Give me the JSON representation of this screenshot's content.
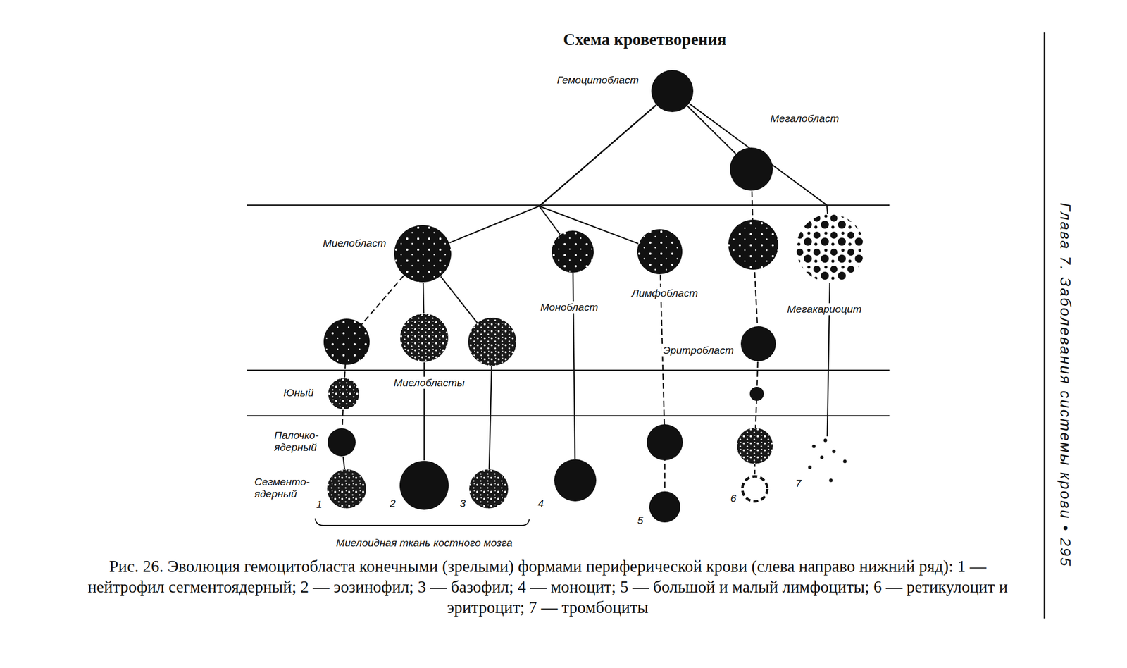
{
  "diagram": {
    "title": "Схема кроветворения",
    "caption": "Рис. 26. Эволюция гемоцитобласта конечными (зрелыми) формами периферической крови (слева направо нижний ряд): 1 — нейтрофил сегментоядерный; 2 — эозинофил; 3 — базофил; 4 — моноцит; 5 — большой и малый лимфоциты; 6 — ретикулоцит и эритроцит; 7 — тромбоциты",
    "nodes": [
      {
        "text": [
          "Гемоцитобласт"
        ]
      },
      {
        "text": [
          "Мегалобласт"
        ]
      },
      {
        "text": [
          "Миелобласт"
        ]
      },
      {
        "text": [
          "Монобласт"
        ]
      },
      {
        "text": [
          "Лимфобласт"
        ]
      },
      {
        "text": [
          "Мегакариоцит"
        ]
      },
      {
        "text": [
          "Эритробласт"
        ]
      },
      {
        "text": [
          "Миелобласты"
        ]
      },
      {
        "text": [
          "Юный"
        ]
      },
      {
        "text": [
          "Палочко-ядерный"
        ]
      },
      {
        "text": [
          "Сегменто-ядерный",
          "1"
        ]
      },
      {
        "text": [
          "2"
        ]
      },
      {
        "text": [
          "3"
        ]
      },
      {
        "text": [
          "4"
        ]
      },
      {
        "text": [
          "5"
        ]
      },
      {
        "text": [
          "6"
        ]
      },
      {
        "text": [
          "7"
        ]
      }
    ],
    "edges": [
      {
        "from": 0,
        "to": 1,
        "arrow": "none"
      },
      {
        "from": 0,
        "to": 2,
        "arrow": "none"
      },
      {
        "from": 0,
        "to": 3,
        "arrow": "none"
      },
      {
        "from": 0,
        "to": 4,
        "arrow": "none"
      },
      {
        "from": 0,
        "to": 5,
        "arrow": "none"
      },
      {
        "from": 1,
        "to": 6,
        "arrow": "none"
      },
      {
        "from": 2,
        "to": 7,
        "arrow": "none"
      },
      {
        "from": 2,
        "to": 8,
        "arrow": "none"
      },
      {
        "from": 2,
        "to": 12,
        "arrow": "none"
      },
      {
        "from": 8,
        "to": 9,
        "arrow": "none"
      },
      {
        "from": 9,
        "to": 10,
        "arrow": "none"
      },
      {
        "from": 7,
        "to": 11,
        "arrow": "none"
      },
      {
        "from": 3,
        "to": 13,
        "arrow": "none"
      },
      {
        "from": 4,
        "to": 14,
        "arrow": "none"
      },
      {
        "from": 6,
        "to": 15,
        "arrow": "none"
      },
      {
        "from": 5,
        "to": 16,
        "arrow": "none"
      }
    ],
    "labels": [
      "Миелоидная ткань костного мозга",
      "Глава 7. Заболевания системы крови • 295"
    ]
  }
}
